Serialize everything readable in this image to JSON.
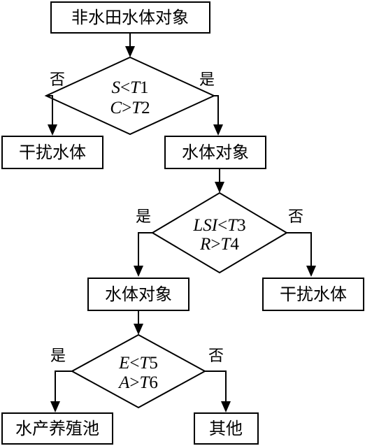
{
  "flowchart": {
    "start_label": "非水田水体对象",
    "decision1": {
      "line1": {
        "lhs": "S",
        "op": "<",
        "var": "T",
        "idx": "1"
      },
      "line2": {
        "lhs": "C",
        "op": ">",
        "var": "T",
        "idx": "2"
      },
      "no_label": "否",
      "yes_label": "是",
      "no_result": "干扰水体",
      "yes_result": "水体对象"
    },
    "decision2": {
      "line1": {
        "lhs": "LSI",
        "op": "<",
        "var": "T",
        "idx": "3"
      },
      "line2": {
        "lhs": "R",
        "op": ">",
        "var": "T",
        "idx": "4"
      },
      "yes_label": "是",
      "no_label": "否",
      "yes_result": "水体对象",
      "no_result": "干扰水体"
    },
    "decision3": {
      "line1": {
        "lhs": "E",
        "op": "<",
        "var": "T",
        "idx": "5"
      },
      "line2": {
        "lhs": "A",
        "op": ">",
        "var": "T",
        "idx": "6"
      },
      "yes_label": "是",
      "no_label": "否",
      "yes_result": "水产养殖池",
      "no_result": "其他"
    }
  }
}
